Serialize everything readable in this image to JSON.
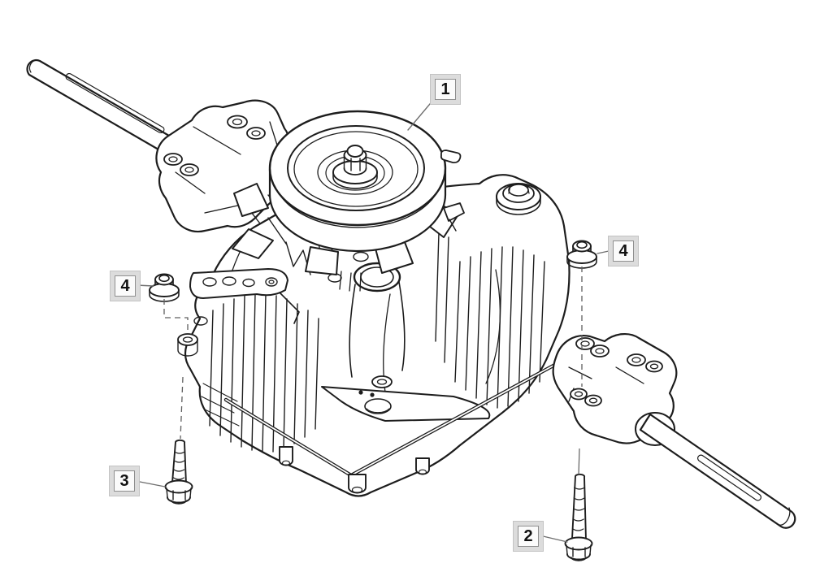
{
  "figure": {
    "kind": "exploded-parts-line-drawing",
    "subject": "transaxle assembly with drive pulley, cooling fan, axle shafts and mounting hardware",
    "background_color": "#ffffff",
    "line_color": "#1d1d1d",
    "leader_line_color": "#6e6e6e",
    "callout_box": {
      "frame_color": "#dcdcdc",
      "border_color": "#8f8f8f",
      "fill": "#fbfbfb",
      "number_color": "#111111"
    },
    "callouts": [
      {
        "label": "1",
        "target": "drive-pulley-fan-assembly"
      },
      {
        "label": "2",
        "target": "right-bracket-mounting-bolt"
      },
      {
        "label": "3",
        "target": "left-housing-mounting-bolt"
      },
      {
        "label": "4",
        "target": "left-flange-nut"
      },
      {
        "label": "4",
        "target": "right-flange-nut"
      }
    ]
  }
}
